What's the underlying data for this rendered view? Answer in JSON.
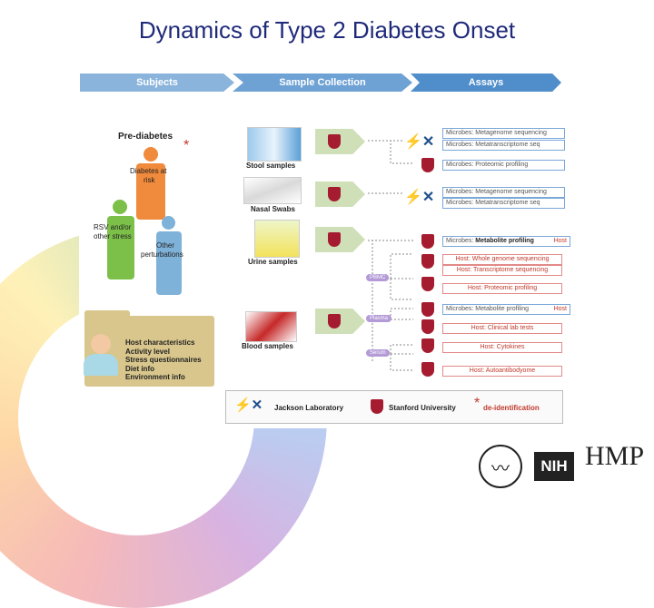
{
  "title": "Dynamics of Type 2 Diabetes Onset",
  "header": {
    "subjects": "Subjects",
    "sample_collection": "Sample Collection",
    "assays": "Assays"
  },
  "subjects": {
    "pre_diabetes": "Pre-diabetes",
    "asterisk": "*",
    "diabetes_risk_line1": "Diabetes at",
    "diabetes_risk_line2": "risk",
    "rsv_line1": "RSV and/or",
    "rsv_line2": "other stress",
    "other_line1": "Other",
    "other_line2": "perturbations"
  },
  "folder": [
    "Host characteristics",
    "Activity level",
    "Stress questionnaires",
    "Diet info",
    "Environment info"
  ],
  "samples": {
    "stool": "Stool samples",
    "nasal": "Nasal Swabs",
    "urine": "Urine samples",
    "blood": "Blood samples"
  },
  "blood_subs": {
    "pbmc": "PBMC",
    "plasma": "Plasma",
    "serum": "Serum"
  },
  "assays": {
    "stool1": "Microbes: Metagenome sequencing",
    "stool2": "Microbes: Metatranscriptome seq",
    "stool3": "Microbes: Proteomic profiling",
    "nasal1": "Microbes: Metagenome sequencing",
    "nasal2": "Microbes: Metatranscriptome seq",
    "urine1_a": "Microbes:",
    "urine1_b": "Metabolite profiling",
    "urine1_host": "Host",
    "pbmc1": "Host: Whole genome sequencing",
    "pbmc2": "Host: Transcriptome sequencing",
    "pbmc3": "Host: Proteomic profiling",
    "plasma1": "Microbes: Metabolite profiling",
    "plasma1_host": "Host",
    "plasma2": "Host: Clinical lab tests",
    "serum1": "Host: Cytokines",
    "serum2": "Host: Autoantibodyome"
  },
  "legend": {
    "jax": "Jackson Laboratory",
    "stanford": "Stanford University",
    "asterisk": "*",
    "deid": "de-identification"
  },
  "logos": {
    "nih": "NIH",
    "hmp": "HMP"
  },
  "colors": {
    "title": "#1f2a7a",
    "stanford_red": "#a51c30",
    "jax_blue": "#1f4e8c",
    "header_blue": "#4f8dcb"
  }
}
